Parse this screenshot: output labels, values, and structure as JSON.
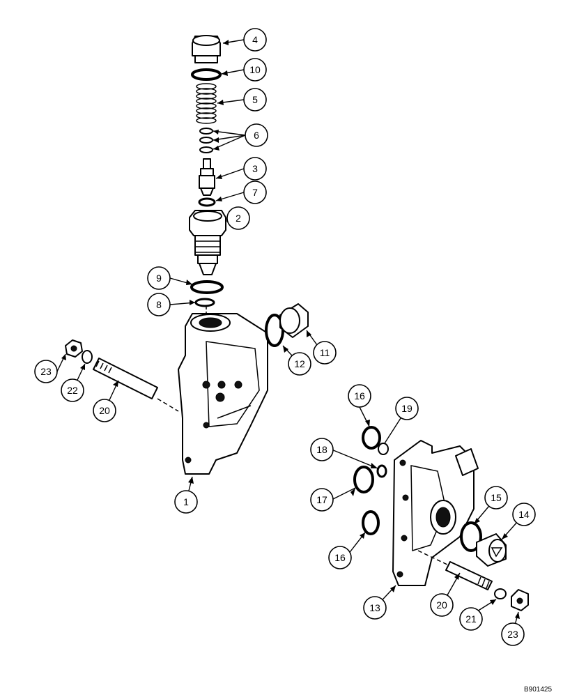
{
  "reference_code": "B901425",
  "callouts": [
    "4",
    "10",
    "5",
    "6",
    "3",
    "7",
    "2",
    "9",
    "8",
    "11",
    "12",
    "23",
    "22",
    "20",
    "1",
    "16",
    "19",
    "18",
    "17",
    "15",
    "14",
    "16",
    "13",
    "20",
    "21",
    "23"
  ]
}
